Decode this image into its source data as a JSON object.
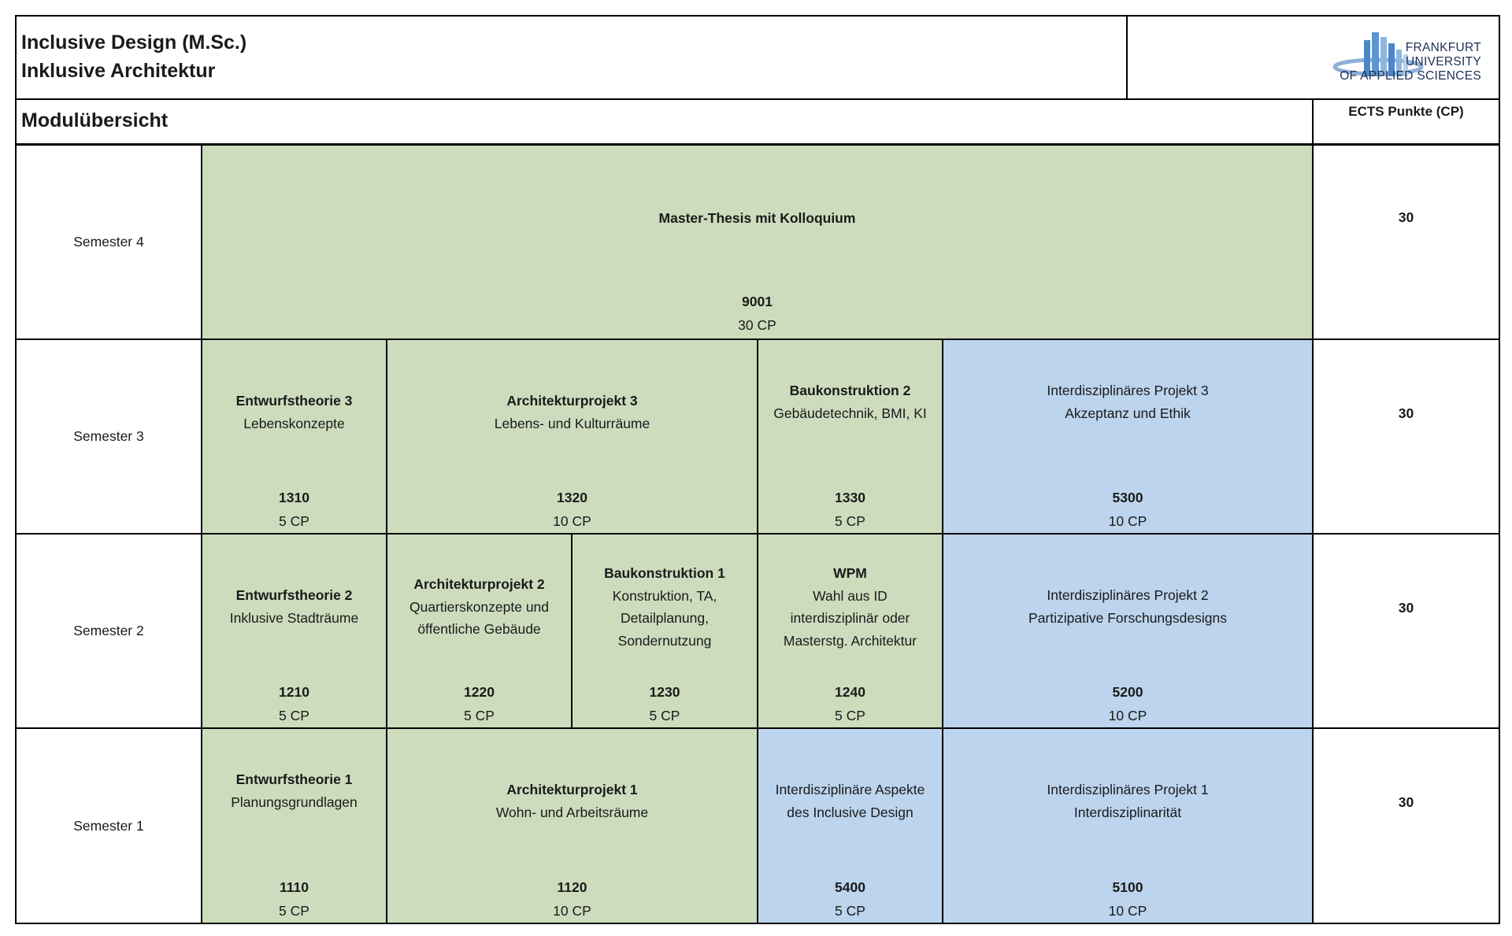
{
  "header": {
    "title_line1": "Inclusive Design (M.Sc.)",
    "title_line2": "Inklusive Architektur",
    "logo_line1": "FRANKFURT",
    "logo_line2": "UNIVERSITY",
    "logo_line3": "OF APPLIED SCIENCES",
    "overview": "Modulübersicht",
    "ects_header": "ECTS Punkte (CP)"
  },
  "colors": {
    "green": "#cddcbd",
    "blue": "#bcd4ed",
    "logo_blue": "#4a86c8"
  },
  "semesters": [
    {
      "label": "Semester 4",
      "ects": "30",
      "modules": [
        {
          "title": "Master-Thesis mit Kolloquium",
          "subtitle": "",
          "code": "9001",
          "cp": "30 CP",
          "color": "green"
        }
      ]
    },
    {
      "label": "Semester 3",
      "ects": "30",
      "modules": [
        {
          "title": "Entwurfstheorie 3",
          "subtitle": "Lebenskonzepte",
          "code": "1310",
          "cp": "5 CP",
          "color": "green"
        },
        {
          "title": "Architekturprojekt 3",
          "subtitle": "Lebens- und Kulturräume",
          "code": "1320",
          "cp": "10 CP",
          "color": "green"
        },
        {
          "title": "Baukonstruktion 2",
          "subtitle": "Gebäudetechnik, BMI, KI",
          "code": "1330",
          "cp": "5 CP",
          "color": "green"
        },
        {
          "title": "",
          "subtitle": "Interdisziplinäres Projekt 3\nAkzeptanz und Ethik",
          "code": "5300",
          "cp": "10 CP",
          "color": "blue"
        }
      ]
    },
    {
      "label": "Semester 2",
      "ects": "30",
      "modules": [
        {
          "title": "Entwurfstheorie 2",
          "subtitle": "Inklusive Stadträume",
          "code": "1210",
          "cp": "5 CP",
          "color": "green"
        },
        {
          "title": "Architekturprojekt 2",
          "subtitle": "Quartierskonzepte und\nöffentliche Gebäude",
          "code": "1220",
          "cp": "5 CP",
          "color": "green"
        },
        {
          "title": "Baukonstruktion 1",
          "subtitle": "Konstruktion, TA,\nDetailplanung,\nSondernutzung",
          "code": "1230",
          "cp": "5 CP",
          "color": "green"
        },
        {
          "title": "WPM",
          "subtitle": "Wahl aus ID\ninterdisziplinär oder\nMasterstg. Architektur",
          "code": "1240",
          "cp": "5 CP",
          "color": "green"
        },
        {
          "title": "",
          "subtitle": "Interdisziplinäres Projekt 2\nPartizipative Forschungsdesigns",
          "code": "5200",
          "cp": "10 CP",
          "color": "blue"
        }
      ]
    },
    {
      "label": "Semester 1",
      "ects": "30",
      "modules": [
        {
          "title": "Entwurfstheorie 1",
          "subtitle": "Planungsgrundlagen",
          "code": "1110",
          "cp": "5 CP",
          "color": "green"
        },
        {
          "title": "Architekturprojekt 1",
          "subtitle": "Wohn- und Arbeitsräume",
          "code": "1120",
          "cp": "10 CP",
          "color": "green"
        },
        {
          "title": "",
          "subtitle": "Interdisziplinäre Aspekte\ndes Inclusive Design",
          "code": "5400",
          "cp": "5 CP",
          "color": "blue"
        },
        {
          "title": "",
          "subtitle": "Interdisziplinäres Projekt 1\nInterdisziplinarität",
          "code": "5100",
          "cp": "10 CP",
          "color": "blue"
        }
      ]
    }
  ]
}
